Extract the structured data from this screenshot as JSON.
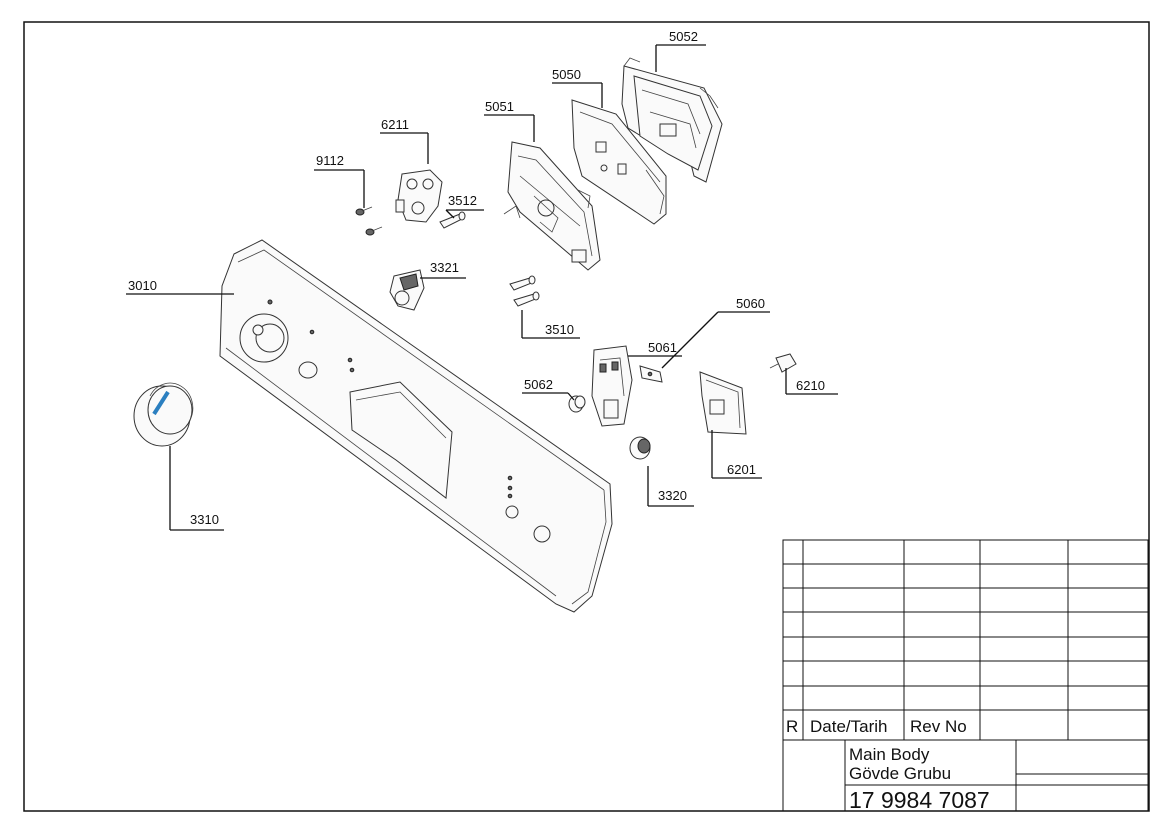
{
  "parts": [
    {
      "id": "p5052",
      "label": "5052"
    },
    {
      "id": "p5050",
      "label": "5050"
    },
    {
      "id": "p5051",
      "label": "5051"
    },
    {
      "id": "p6211",
      "label": "6211"
    },
    {
      "id": "p9112",
      "label": "9112"
    },
    {
      "id": "p3512",
      "label": "3512"
    },
    {
      "id": "p3321",
      "label": "3321"
    },
    {
      "id": "p3010",
      "label": "3010"
    },
    {
      "id": "p3510",
      "label": "3510"
    },
    {
      "id": "p5060",
      "label": "5060"
    },
    {
      "id": "p5061",
      "label": "5061"
    },
    {
      "id": "p5062",
      "label": "5062"
    },
    {
      "id": "p6210",
      "label": "6210"
    },
    {
      "id": "p3320",
      "label": "3320"
    },
    {
      "id": "p6201",
      "label": "6201"
    },
    {
      "id": "p3310",
      "label": "3310"
    }
  ],
  "title_block": {
    "rev_col": "R",
    "date_col": "Date/Tarih",
    "revno_col": "Rev No",
    "title_line1": "Main Body",
    "title_line2": "Gövde Grubu",
    "part_number": "17 9984 7087"
  },
  "colors": {
    "knob_accent": "#2b7fc0"
  }
}
